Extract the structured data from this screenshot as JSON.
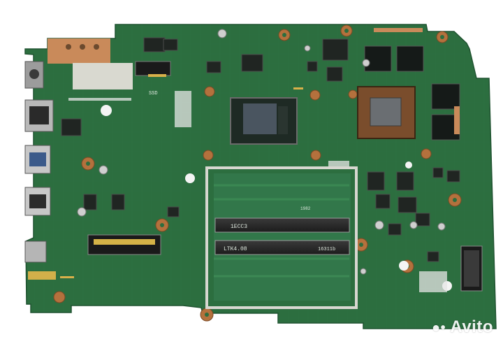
{
  "photo": {
    "subject": "",
    "board_color": "#2c6e3f"
  },
  "silkscreen": {
    "ssd_label": "SSD",
    "ram_slot_top_text": "1ECC3",
    "ram_slot_bottom_text": "LTK4.08",
    "ram_code": "16311b",
    "ram_small": "1982"
  },
  "watermark": {
    "text": "Avito",
    "icon": "avito-logo-icon"
  }
}
